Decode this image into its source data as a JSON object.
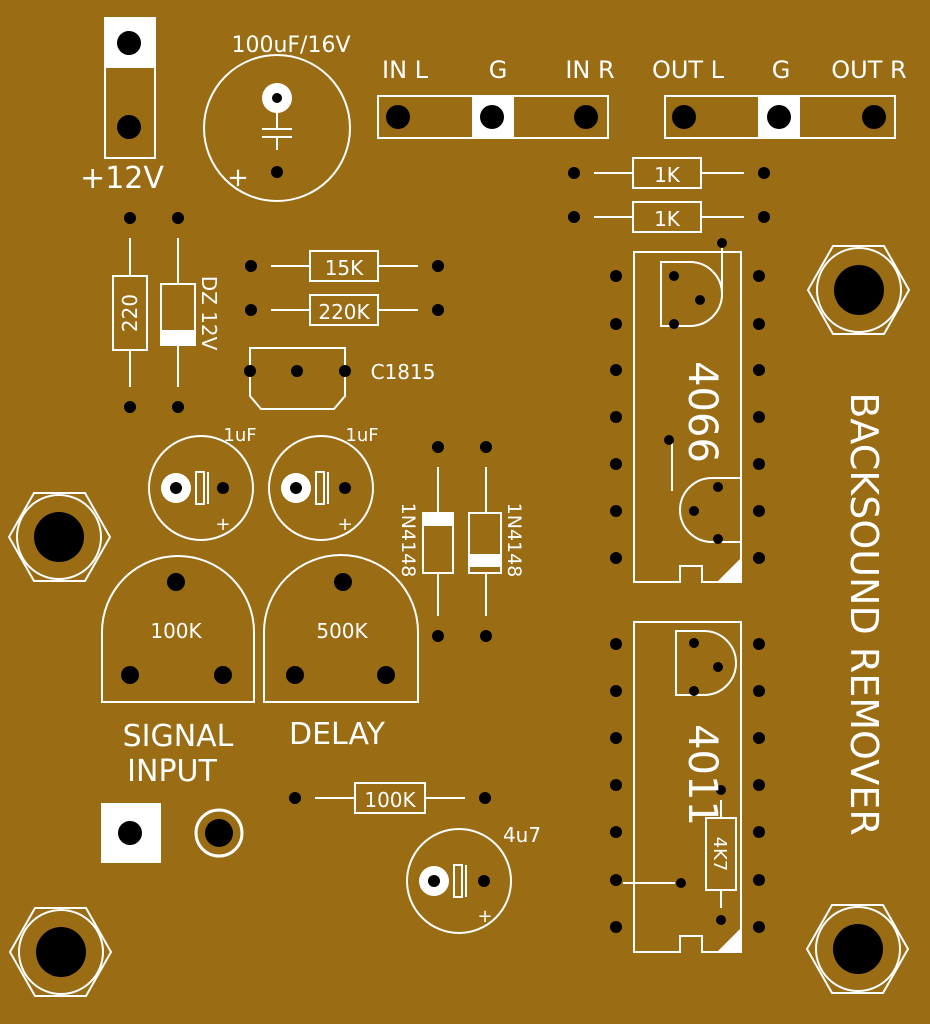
{
  "board": {
    "background_color": "#9a6c14",
    "silk_color": "#ffffff",
    "pad_color": "#000000",
    "title": "BACKSOUND REMOVER"
  },
  "power": {
    "label": "+12V"
  },
  "capacitors": {
    "main": {
      "value": "100uF/16V",
      "polarity": "+"
    },
    "c1": {
      "value": "1uF",
      "polarity": "+"
    },
    "c2": {
      "value": "1uF",
      "polarity": "+"
    },
    "c3": {
      "value": "4u7",
      "polarity": "+"
    }
  },
  "headers": {
    "input": [
      "IN L",
      "G",
      "IN R"
    ],
    "output": [
      "OUT L",
      "G",
      "OUT R"
    ]
  },
  "resistors": {
    "r_out1": "1K",
    "r_out2": "1K",
    "r15k": "15K",
    "r220k": "220K",
    "r220": "220",
    "r100k": "100K",
    "r4k7": "4K7"
  },
  "diodes": {
    "zener": "DZ 12V",
    "d1": "1N4148",
    "d2": "1N4148"
  },
  "transistor": {
    "label": "C1815"
  },
  "trimpots": {
    "p1": {
      "value": "100K",
      "caption": "SIGNAL"
    },
    "p2": {
      "value": "500K",
      "caption": "DELAY"
    }
  },
  "signal_input": {
    "line1": "SIGNAL",
    "line2": "INPUT"
  },
  "ics": {
    "u1": "4066",
    "u2": "4011"
  }
}
